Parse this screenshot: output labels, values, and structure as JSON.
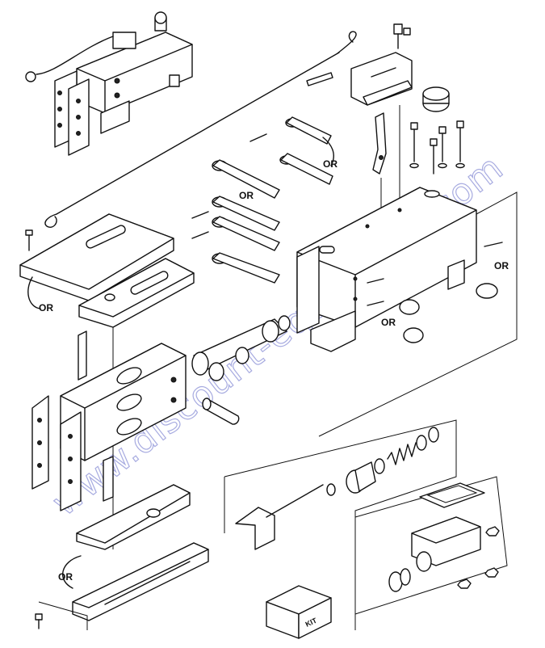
{
  "watermark": "www.discount-equipment.com",
  "callouts": {
    "or_pins_top": "OR",
    "or_pins_mid": "OR",
    "or_plate_left": "OR",
    "or_caps_right": "OR",
    "or_plugs_mid": "OR",
    "or_channel_bottom": "OR"
  },
  "kit_label": "KIT"
}
